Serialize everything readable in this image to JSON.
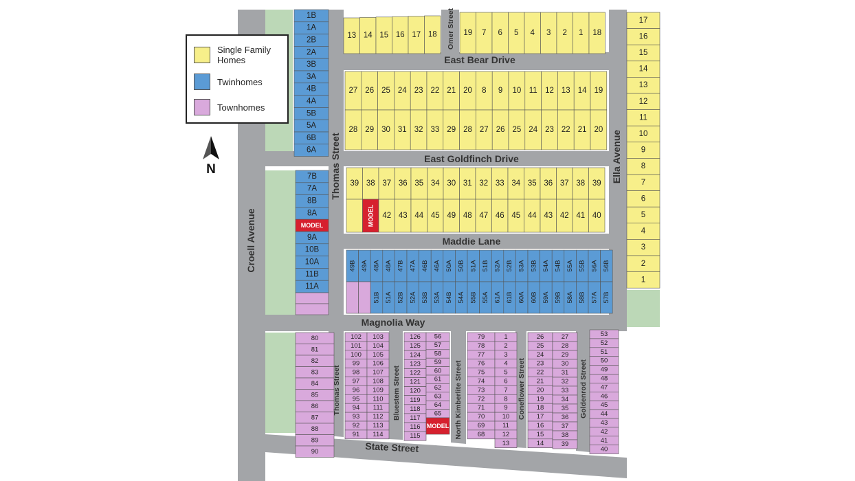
{
  "colors": {
    "single_family": "#f7ef8a",
    "twinhome": "#5b9bd5",
    "townhome": "#d9a9dc",
    "model": "#d6202e",
    "street": "#a3a5a8",
    "green": "#bcd8b7",
    "outline": "#555555"
  },
  "legend": {
    "items": [
      {
        "label": "Single Family Homes",
        "color": "#f7ef8a"
      },
      {
        "label": "Twinhomes",
        "color": "#5b9bd5"
      },
      {
        "label": "Townhomes",
        "color": "#d9a9dc"
      }
    ]
  },
  "compass": {
    "label": "N",
    "icon": "north-arrow-icon"
  },
  "model_label": "MODEL",
  "streets": {
    "omer": "Omer Street",
    "east_bear": "East Bear Drive",
    "east_goldfinch": "East Goldfinch Drive",
    "maddie": "Maddie Lane",
    "magnolia": "Magnolia Way",
    "state": "State Street",
    "croell": "Croell Avenue",
    "thomas_north": "Thomas Street",
    "thomas_south": "Thomas Street",
    "ella": "Ella Avenue",
    "bluestem": "Bluestem Street",
    "north_kimberlite": "North Kimberlite Street",
    "coneflower": "Coneflower Street",
    "goldenrod": "Goldenrod Street"
  },
  "lots": {
    "bear_north_west": [
      "13",
      "14",
      "15",
      "16",
      "17",
      "18"
    ],
    "bear_north_east": [
      "19",
      "7",
      "6",
      "5",
      "4",
      "3",
      "2",
      "1",
      "18"
    ],
    "bear_south": [
      "27",
      "26",
      "25",
      "24",
      "23",
      "22",
      "21",
      "20",
      "8",
      "9",
      "10",
      "11",
      "12",
      "13",
      "14",
      "19"
    ],
    "goldfinch_north": [
      "28",
      "29",
      "30",
      "31",
      "32",
      "33",
      "29",
      "28",
      "27",
      "26",
      "25",
      "24",
      "23",
      "22",
      "21",
      "20"
    ],
    "goldfinch_south": [
      "39",
      "38",
      "37",
      "36",
      "35",
      "34",
      "30",
      "31",
      "32",
      "33",
      "34",
      "35",
      "36",
      "37",
      "38",
      "39"
    ],
    "maddie_north": [
      "42",
      "43",
      "44",
      "45",
      "49",
      "48",
      "47",
      "46",
      "45",
      "44",
      "43",
      "42",
      "41",
      "40"
    ],
    "ella_east": [
      "17",
      "16",
      "15",
      "14",
      "13",
      "12",
      "11",
      "10",
      "9",
      "8",
      "7",
      "6",
      "5",
      "4",
      "3",
      "2",
      "1"
    ],
    "twin_west_north": [
      "1B",
      "1A",
      "2B",
      "2A",
      "3B",
      "3A",
      "4B",
      "4A",
      "5B",
      "5A",
      "6B",
      "6A"
    ],
    "twin_west_south": [
      "7B",
      "7A",
      "8B",
      "8A",
      "MODEL",
      "9A",
      "10B",
      "10A",
      "11B",
      "11A"
    ],
    "twin_maddie_top": [
      "49B",
      "49A",
      "48A",
      "48A",
      "47B",
      "47A",
      "46B",
      "46A",
      "50A",
      "50B",
      "51A",
      "51B",
      "52A",
      "52B",
      "53A",
      "53B",
      "54A",
      "54B",
      "55A",
      "55B",
      "56A",
      "56B"
    ],
    "twin_maddie_bottom": [
      "51B",
      "51A",
      "52B",
      "52A",
      "53B",
      "53A",
      "54B",
      "54A",
      "55B",
      "55A",
      "61A",
      "61B",
      "60A",
      "60B",
      "59A",
      "59B",
      "58A",
      "58B",
      "57A",
      "57B"
    ],
    "town_c1": [
      "80",
      "81",
      "82",
      "83",
      "84",
      "85",
      "86",
      "87",
      "88",
      "89",
      "90"
    ],
    "town_c2": [
      "102",
      "101",
      "100",
      "99",
      "98",
      "97",
      "96",
      "95",
      "94",
      "93",
      "92",
      "91"
    ],
    "town_c3": [
      "103",
      "104",
      "105",
      "106",
      "107",
      "108",
      "109",
      "110",
      "111",
      "112",
      "113",
      "114"
    ],
    "town_c4": [
      "126",
      "125",
      "124",
      "123",
      "122",
      "121",
      "120",
      "119",
      "118",
      "117",
      "116",
      "115"
    ],
    "town_c5": [
      "56",
      "57",
      "58",
      "59",
      "60",
      "61",
      "62",
      "63",
      "64",
      "65"
    ],
    "town_c6": [
      "79",
      "78",
      "77",
      "76",
      "75",
      "74",
      "73",
      "72",
      "71",
      "70",
      "69",
      "68"
    ],
    "town_c7": [
      "1",
      "2",
      "3",
      "4",
      "5",
      "6",
      "7",
      "8",
      "9",
      "10",
      "11",
      "12",
      "13"
    ],
    "town_c8": [
      "26",
      "25",
      "24",
      "23",
      "22",
      "21",
      "20",
      "19",
      "18",
      "17",
      "16",
      "15",
      "14"
    ],
    "town_c9": [
      "27",
      "28",
      "29",
      "30",
      "31",
      "32",
      "33",
      "34",
      "35",
      "36",
      "37",
      "38",
      "39"
    ],
    "town_c10": [
      "53",
      "52",
      "51",
      "50",
      "49",
      "48",
      "47",
      "46",
      "45",
      "44",
      "43",
      "42",
      "41",
      "40"
    ]
  }
}
